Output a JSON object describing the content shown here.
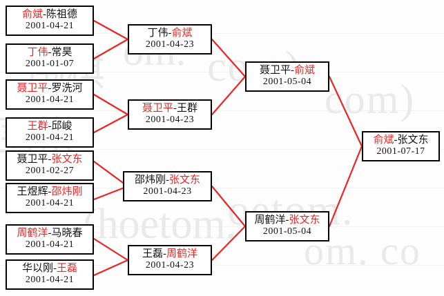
{
  "theme": {
    "winner_color": "#ee2222",
    "loser_color": "#111111",
    "connector_color": "#ee2222",
    "box_border_color": "#000000",
    "background": "#ffffff",
    "watermark_color": "#e9e9e9"
  },
  "watermark": {
    "fragments": [
      "om.",
      "com)",
      "围棋",
      "围棋",
      "(hoetom.",
      "om. co",
      "oetom."
    ]
  },
  "bracket": {
    "rounds": [
      {
        "name": "round-1",
        "matches": [
          {
            "id": "r1m1",
            "left": "俞斌",
            "right": "陈祖德",
            "winner": "left",
            "date": "2001-04-21"
          },
          {
            "id": "r1m2",
            "left": "丁伟",
            "right": "常昊",
            "winner": "left",
            "date": "2001-01-07"
          },
          {
            "id": "r1m3",
            "left": "聂卫平",
            "right": "罗洗河",
            "winner": "left",
            "date": "2001-04-21"
          },
          {
            "id": "r1m4",
            "left": "王群",
            "right": "邱峻",
            "winner": "left",
            "date": "2001-04-21"
          },
          {
            "id": "r1m5",
            "left": "聂卫平",
            "right": "张文东",
            "winner": "right",
            "date": "2001-02-27"
          },
          {
            "id": "r1m6",
            "left": "王煜辉",
            "right": "邵炜刚",
            "winner": "right",
            "date": "2001-04-21"
          },
          {
            "id": "r1m7",
            "left": "周鹤洋",
            "right": "马晓春",
            "winner": "left",
            "date": "2001-04-21"
          },
          {
            "id": "r1m8",
            "left": "华以刚",
            "right": "王磊",
            "winner": "right",
            "date": "2001-04-21"
          }
        ]
      },
      {
        "name": "round-2",
        "matches": [
          {
            "id": "r2m1",
            "left": "丁伟",
            "right": "俞斌",
            "winner": "right",
            "date": "2001-04-23"
          },
          {
            "id": "r2m2",
            "left": "聂卫平",
            "right": "王群",
            "winner": "left",
            "date": "2001-04-23"
          },
          {
            "id": "r2m3",
            "left": "邵炜刚",
            "right": "张文东",
            "winner": "right",
            "date": "2001-04-23"
          },
          {
            "id": "r2m4",
            "left": "王磊",
            "right": "周鹤洋",
            "winner": "right",
            "date": "2001-04-23"
          }
        ]
      },
      {
        "name": "semifinal",
        "matches": [
          {
            "id": "r3m1",
            "left": "聂卫平",
            "right": "俞斌",
            "winner": "right",
            "date": "2001-05-04"
          },
          {
            "id": "r3m2",
            "left": "周鹤洋",
            "right": "张文东",
            "winner": "right",
            "date": "2001-05-04"
          }
        ]
      },
      {
        "name": "final",
        "matches": [
          {
            "id": "r4m1",
            "left": "俞斌",
            "right": "张文东",
            "winner": "left",
            "date": "2001-07-17"
          }
        ]
      }
    ]
  }
}
